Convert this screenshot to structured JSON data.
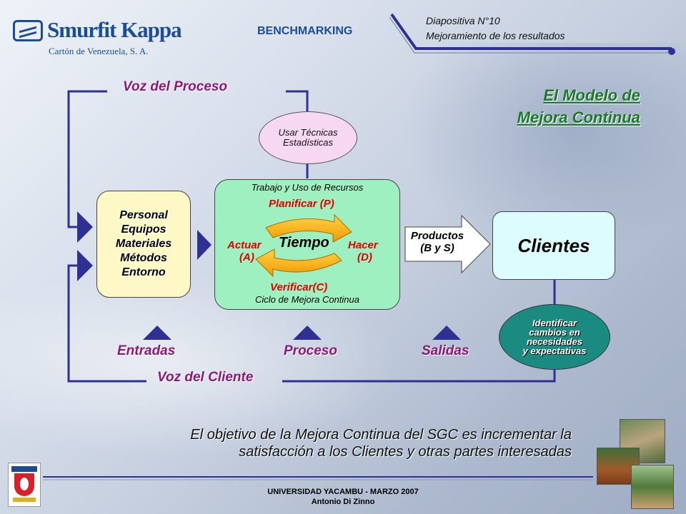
{
  "header": {
    "logo_name": "Smurfit Kappa",
    "logo_sub": "Cartón de Venezuela, S. A.",
    "section": "BENCHMARKING",
    "slide_number": "Diapositiva N°10",
    "slide_subtitle": "Mejoramiento de los resultados"
  },
  "model_title_line1": "El Modelo de",
  "model_title_line2": "Mejora Continua",
  "labels": {
    "voz_proceso": "Voz del Proceso",
    "voz_cliente": "Voz del Cliente",
    "entradas": "Entradas",
    "proceso": "Proceso",
    "salidas": "Salidas"
  },
  "tecnicas": {
    "line1": "Usar Técnicas",
    "line2": "Estadísticas"
  },
  "inputs": [
    "Personal",
    "Equipos",
    "Materiales",
    "Métodos",
    "Entorno"
  ],
  "process_box": {
    "top_label": "Trabajo y Uso de Recursos",
    "plan": "Planificar (P)",
    "act_1": "Actuar",
    "act_2": "(A)",
    "do_1": "Hacer",
    "do_2": "(D)",
    "check": "Verificar(C)",
    "center": "Tiempo",
    "bottom_label": "Ciclo de Mejora Continua"
  },
  "products": {
    "line1": "Productos",
    "line2": "(B y S)"
  },
  "clients": "Clientes",
  "needs": [
    "Identificar",
    "cambios en",
    "necesidades",
    "y expectativas"
  ],
  "objective": {
    "line1": "El objetivo de la Mejora Continua del SGC es incrementar la",
    "line2": "satisfacción a los Clientes  y otras partes interesadas"
  },
  "footer": {
    "line1": "UNIVERSIDAD YACAMBU - MARZO 2007",
    "line2": "Antonio Di Zinno"
  },
  "colors": {
    "navy": "#2e3192",
    "label_purple": "#8a1a78",
    "title_green": "#1a7a2a",
    "pdca_red": "#e00000",
    "arrow_orange": "#f5a300",
    "teal": "#1b8a80"
  }
}
